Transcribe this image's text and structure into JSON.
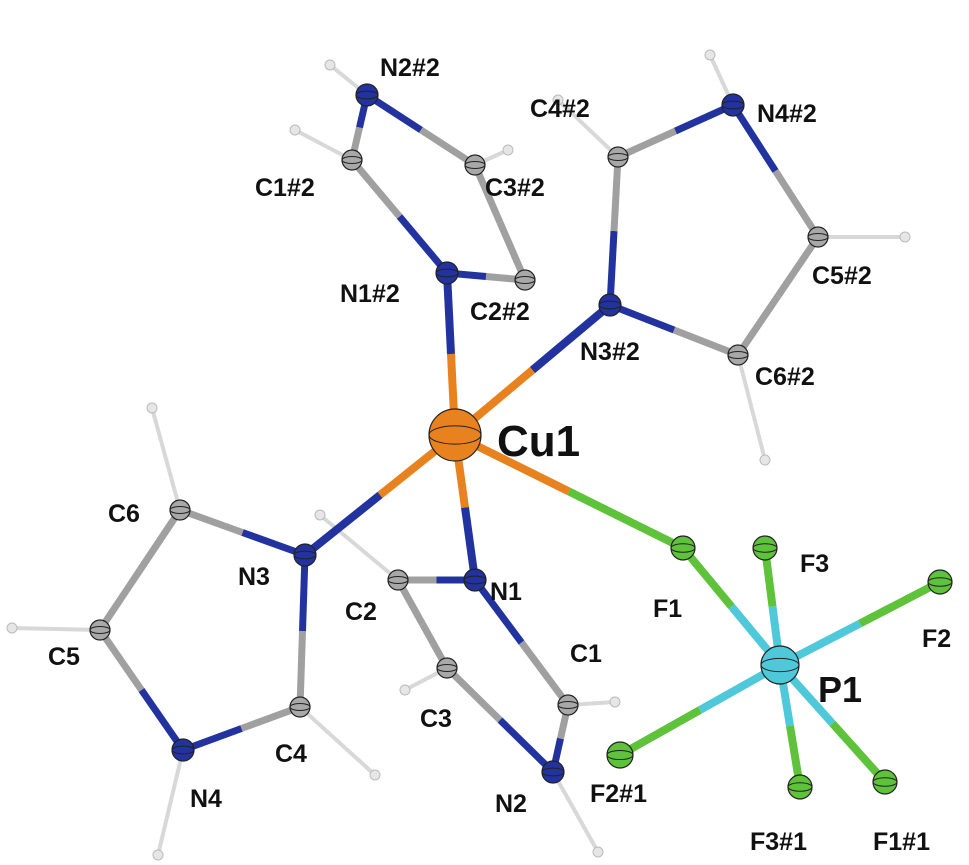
{
  "labels": {
    "Cu1": "Cu1",
    "N1_2": "N1#2",
    "N2_2": "N2#2",
    "C1_2": "C1#2",
    "C2_2": "C2#2",
    "C3_2": "C3#2",
    "N3_2": "N3#2",
    "N4_2": "N4#2",
    "C4_2": "C4#2",
    "C5_2": "C5#2",
    "C6_2": "C6#2",
    "N1": "N1",
    "N2": "N2",
    "C1": "C1",
    "C2": "C2",
    "C3": "C3",
    "N3": "N3",
    "N4": "N4",
    "C4": "C4",
    "C5": "C5",
    "C6": "C6",
    "P1": "P1",
    "F1": "F1",
    "F2": "F2",
    "F3": "F3",
    "F1_1": "F1#1",
    "F2_1": "F2#1",
    "F3_1": "F3#1"
  },
  "colors": {
    "Cu": "#e8821e",
    "N": "#2233a0",
    "C": "#a8a8a8",
    "H": "#e6e6e6",
    "F": "#5ec23a",
    "P": "#4fc9d9",
    "bond": "#a0a0a0"
  }
}
